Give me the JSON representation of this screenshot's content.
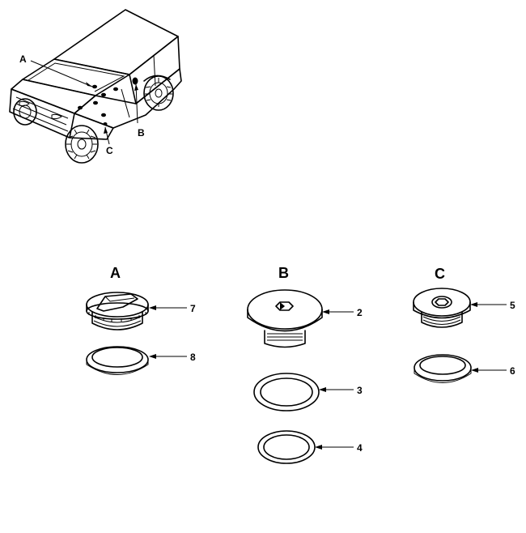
{
  "vehicle_callouts": {
    "a": "A",
    "b": "B",
    "c": "C"
  },
  "group_headings": {
    "a": "A",
    "b": "B",
    "c": "C"
  },
  "item_numbers": {
    "n2": "2",
    "n3": "3",
    "n4": "4",
    "n5": "5",
    "n6": "6",
    "n7": "7",
    "n8": "8"
  }
}
